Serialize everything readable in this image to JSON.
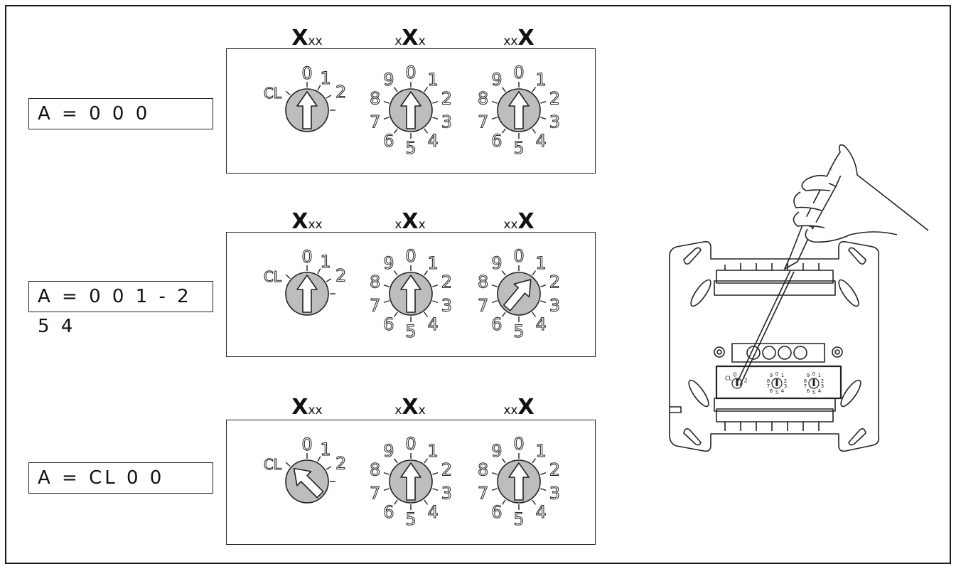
{
  "groups": [
    {
      "address": "A = 0 0 0",
      "headers": [
        [
          "X",
          "xx"
        ],
        [
          "x",
          "X",
          "x"
        ],
        [
          "xx",
          "X"
        ]
      ],
      "switches": [
        {
          "type": "cl",
          "digits": [
            "CL",
            "0",
            "1",
            "2"
          ],
          "angle": 0
        },
        {
          "type": "dec",
          "digits": [
            "0",
            "1",
            "2",
            "3",
            "4",
            "5",
            "6",
            "7",
            "8",
            "9"
          ],
          "angle": 0
        },
        {
          "type": "dec",
          "digits": [
            "0",
            "1",
            "2",
            "3",
            "4",
            "5",
            "6",
            "7",
            "8",
            "9"
          ],
          "angle": 0
        }
      ]
    },
    {
      "address": "A = 0 0 1 - 2 5 4",
      "headers": [
        [
          "X",
          "xx"
        ],
        [
          "x",
          "X",
          "x"
        ],
        [
          "xx",
          "X"
        ]
      ],
      "switches": [
        {
          "type": "cl",
          "digits": [
            "CL",
            "0",
            "1",
            "2"
          ],
          "angle": 0
        },
        {
          "type": "dec",
          "digits": [
            "0",
            "1",
            "2",
            "3",
            "4",
            "5",
            "6",
            "7",
            "8",
            "9"
          ],
          "angle": 0
        },
        {
          "type": "dec",
          "digits": [
            "0",
            "1",
            "2",
            "3",
            "4",
            "5",
            "6",
            "7",
            "8",
            "9"
          ],
          "angle": 40
        }
      ]
    },
    {
      "address": "A = CL 0 0",
      "headers": [
        [
          "X",
          "xx"
        ],
        [
          "x",
          "X",
          "x"
        ],
        [
          "xx",
          "X"
        ]
      ],
      "switches": [
        {
          "type": "cl",
          "digits": [
            "CL",
            "0",
            "1",
            "2"
          ],
          "angle": -45
        },
        {
          "type": "dec",
          "digits": [
            "0",
            "1",
            "2",
            "3",
            "4",
            "5",
            "6",
            "7",
            "8",
            "9"
          ],
          "angle": 0
        },
        {
          "type": "dec",
          "digits": [
            "0",
            "1",
            "2",
            "3",
            "4",
            "5",
            "6",
            "7",
            "8",
            "9"
          ],
          "angle": 0
        }
      ]
    }
  ],
  "device": {
    "switch_digits_cl": [
      "CL",
      "0",
      "2"
    ],
    "switch_digits_dec": [
      "9",
      "0",
      "1",
      "8",
      "2",
      "7",
      "3",
      "6",
      "5",
      "4"
    ]
  }
}
